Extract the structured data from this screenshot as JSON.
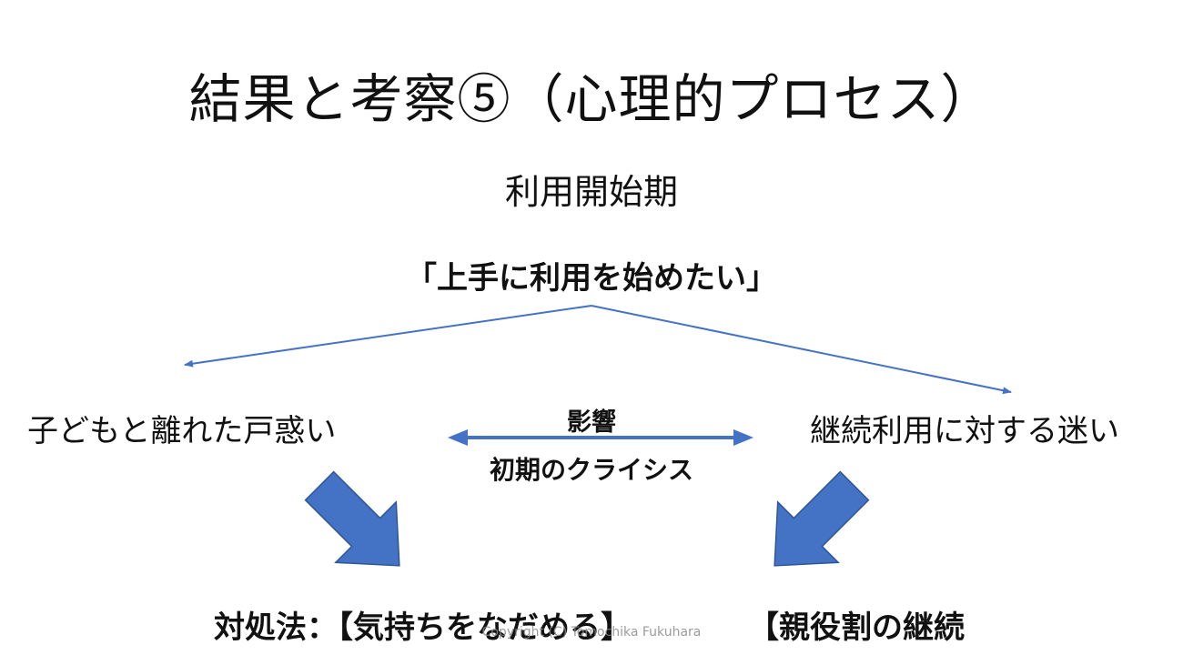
{
  "slide": {
    "title": "結果と考察⑤（心理的プロセス）",
    "phase": "利用開始期",
    "motive": "「上手に利用を始めたい」",
    "left_node": "子どもと離れた戸惑い",
    "right_node": "継続利用に対する迷い",
    "influence_label": "影響",
    "crisis_label": "初期のクライシス",
    "coping_label": "対処法：【気持ちをなだめる】",
    "role_label": "【親役割の継続",
    "copyright": "Copyright (C) Tomochika Fukuhara"
  },
  "colors": {
    "arrow": "#4472C4",
    "text": "#111111"
  }
}
